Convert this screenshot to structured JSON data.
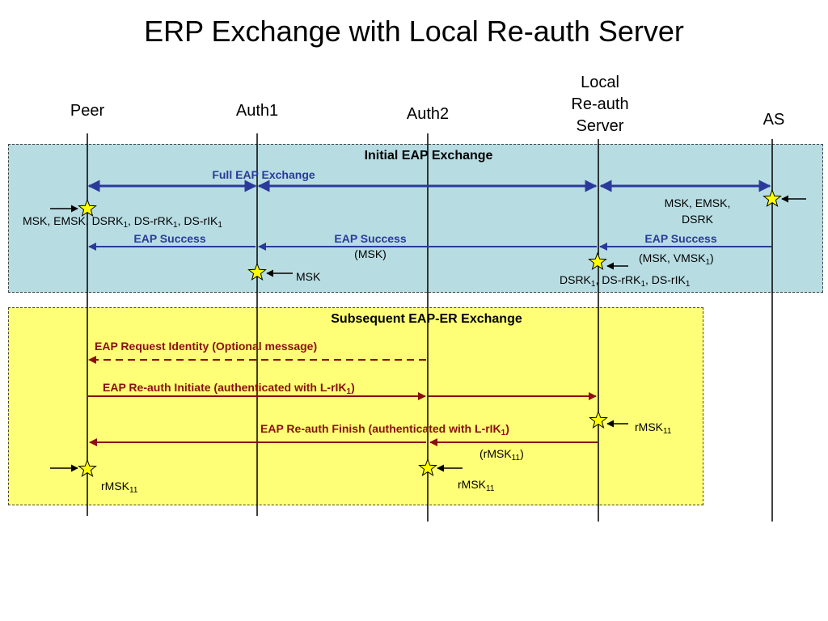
{
  "title": "ERP Exchange with Local Re-auth Server",
  "entities": {
    "peer": "Peer",
    "auth1": "Auth1",
    "auth2": "Auth2",
    "local_line1": "Local",
    "local_line2": "Re-auth",
    "local_line3": "Server",
    "as": "AS"
  },
  "initial": {
    "header": "Initial EAP Exchange",
    "full_exchange": "Full EAP Exchange",
    "eap_success": "EAP Success",
    "msk_paren": "(MSK)",
    "msk_vmsk_pre": "(MSK, VMSK",
    "sub1": "1",
    "close_paren": ")",
    "peer_keys_pre": "MSK, EMSK, DSRK",
    "ds_rrk": ", DS-rRK",
    "ds_rik": ", DS-rIK",
    "dsrk": "DSRK",
    "as_keys_line1": "MSK, EMSK,",
    "as_keys_line2": "DSRK",
    "auth1_key": "MSK"
  },
  "subsequent": {
    "header": "Subsequent EAP-ER Exchange",
    "request_identity": "EAP Request Identity (Optional message)",
    "initiate_pre": "EAP Re-auth Initiate (authenticated with L-rIK",
    "finish_pre": "EAP Re-auth Finish (authenticated with L-rIK",
    "sub1": "1",
    "close_paren": ")",
    "open_paren": "(",
    "rmsk": "rMSK",
    "sub11": "11"
  },
  "colors": {
    "initial_box": "#b7dde3",
    "subsequent_box": "#ffff77",
    "initial_arrows": "#2b3a9a",
    "subsequent_arrows": "#8a0f0f",
    "star_fill": "#ffff00"
  }
}
